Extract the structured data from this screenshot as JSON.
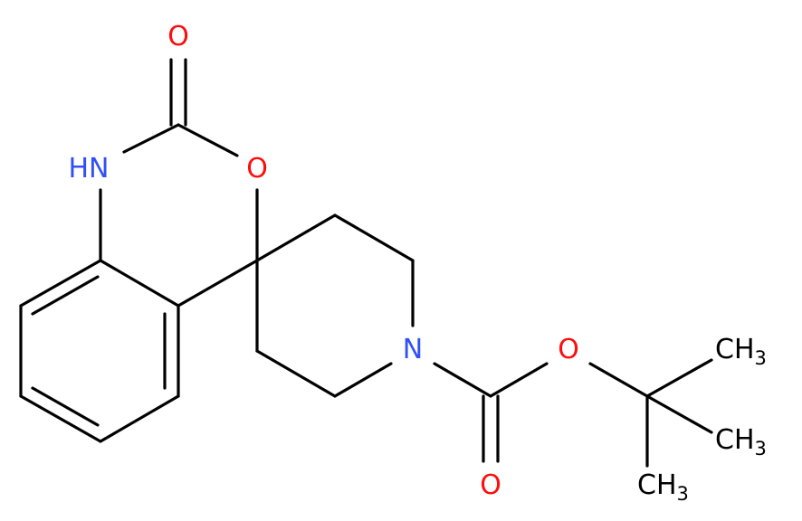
{
  "colors": {
    "bond": "#000000",
    "oxygen": "#ff0d0d",
    "nitrogen": "#3050f8",
    "carbon_label": "#000000"
  },
  "atoms": {
    "carbonyl_o_top": "O",
    "ring_o": "O",
    "nh_n": "N",
    "nh_h": "H",
    "pip_n": "N",
    "ester_o": "O",
    "carbonyl_o_bottom": "O",
    "methyl_1": {
      "c": "CH",
      "sub": "3"
    },
    "methyl_2": {
      "c": "CH",
      "sub": "3"
    },
    "methyl_3": {
      "c": "CH",
      "sub": "3"
    }
  }
}
